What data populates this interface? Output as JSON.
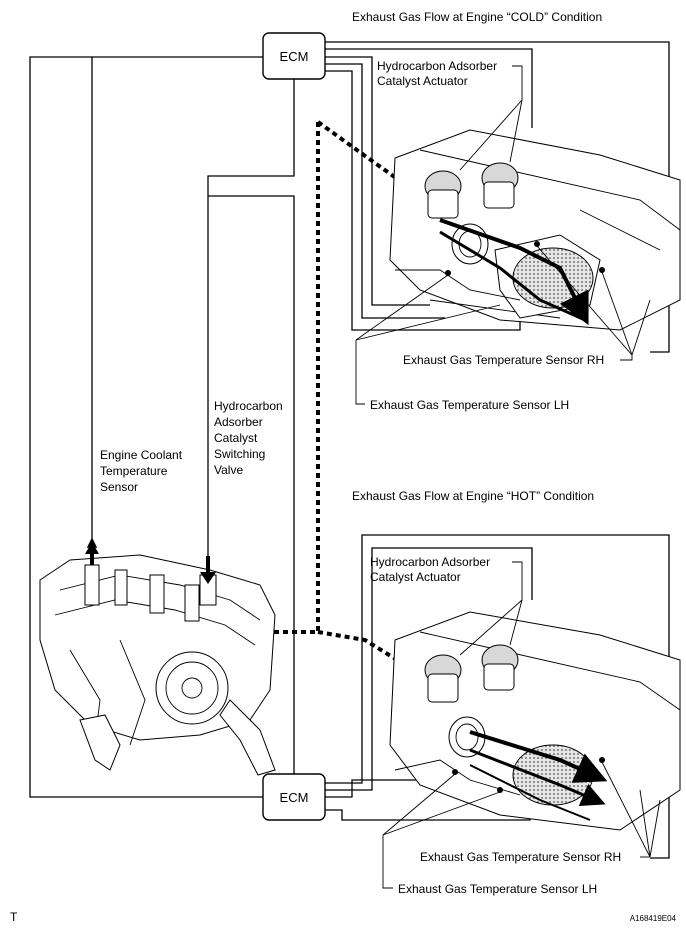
{
  "titles": {
    "cold": "Exhaust Gas Flow at Engine “COLD” Condition",
    "hot": "Exhaust Gas Flow at Engine “HOT” Condition"
  },
  "ecm": {
    "top": "ECM",
    "bottom": "ECM"
  },
  "labels": {
    "actuator_cold": [
      "Hydrocarbon Adsorber",
      "Catalyst Actuator"
    ],
    "actuator_hot": [
      "Hydrocarbon Adsorber",
      "Catalyst Actuator"
    ],
    "sensor_rh_cold": "Exhaust Gas Temperature Sensor RH",
    "sensor_lh_cold": "Exhaust Gas Temperature Sensor LH",
    "sensor_rh_hot": "Exhaust Gas Temperature Sensor RH",
    "sensor_lh_hot": "Exhaust Gas Temperature Sensor LH",
    "coolant_sensor": [
      "Engine Coolant",
      "Temperature",
      "Sensor"
    ],
    "switching_valve": [
      "Hydrocarbon",
      "Adsorber",
      "Catalyst",
      "Switching",
      "Valve"
    ]
  },
  "footer": {
    "left": "T",
    "right": "A168419E04"
  }
}
